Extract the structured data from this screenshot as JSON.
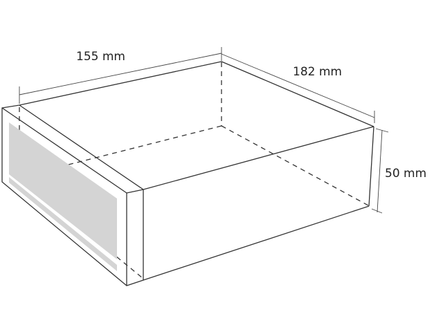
{
  "diagram": {
    "dimensions": {
      "width": "155 mm",
      "depth": "182 mm",
      "height": "50 mm"
    },
    "colors": {
      "line": "#333333",
      "panel": "#d4d4d4"
    }
  }
}
